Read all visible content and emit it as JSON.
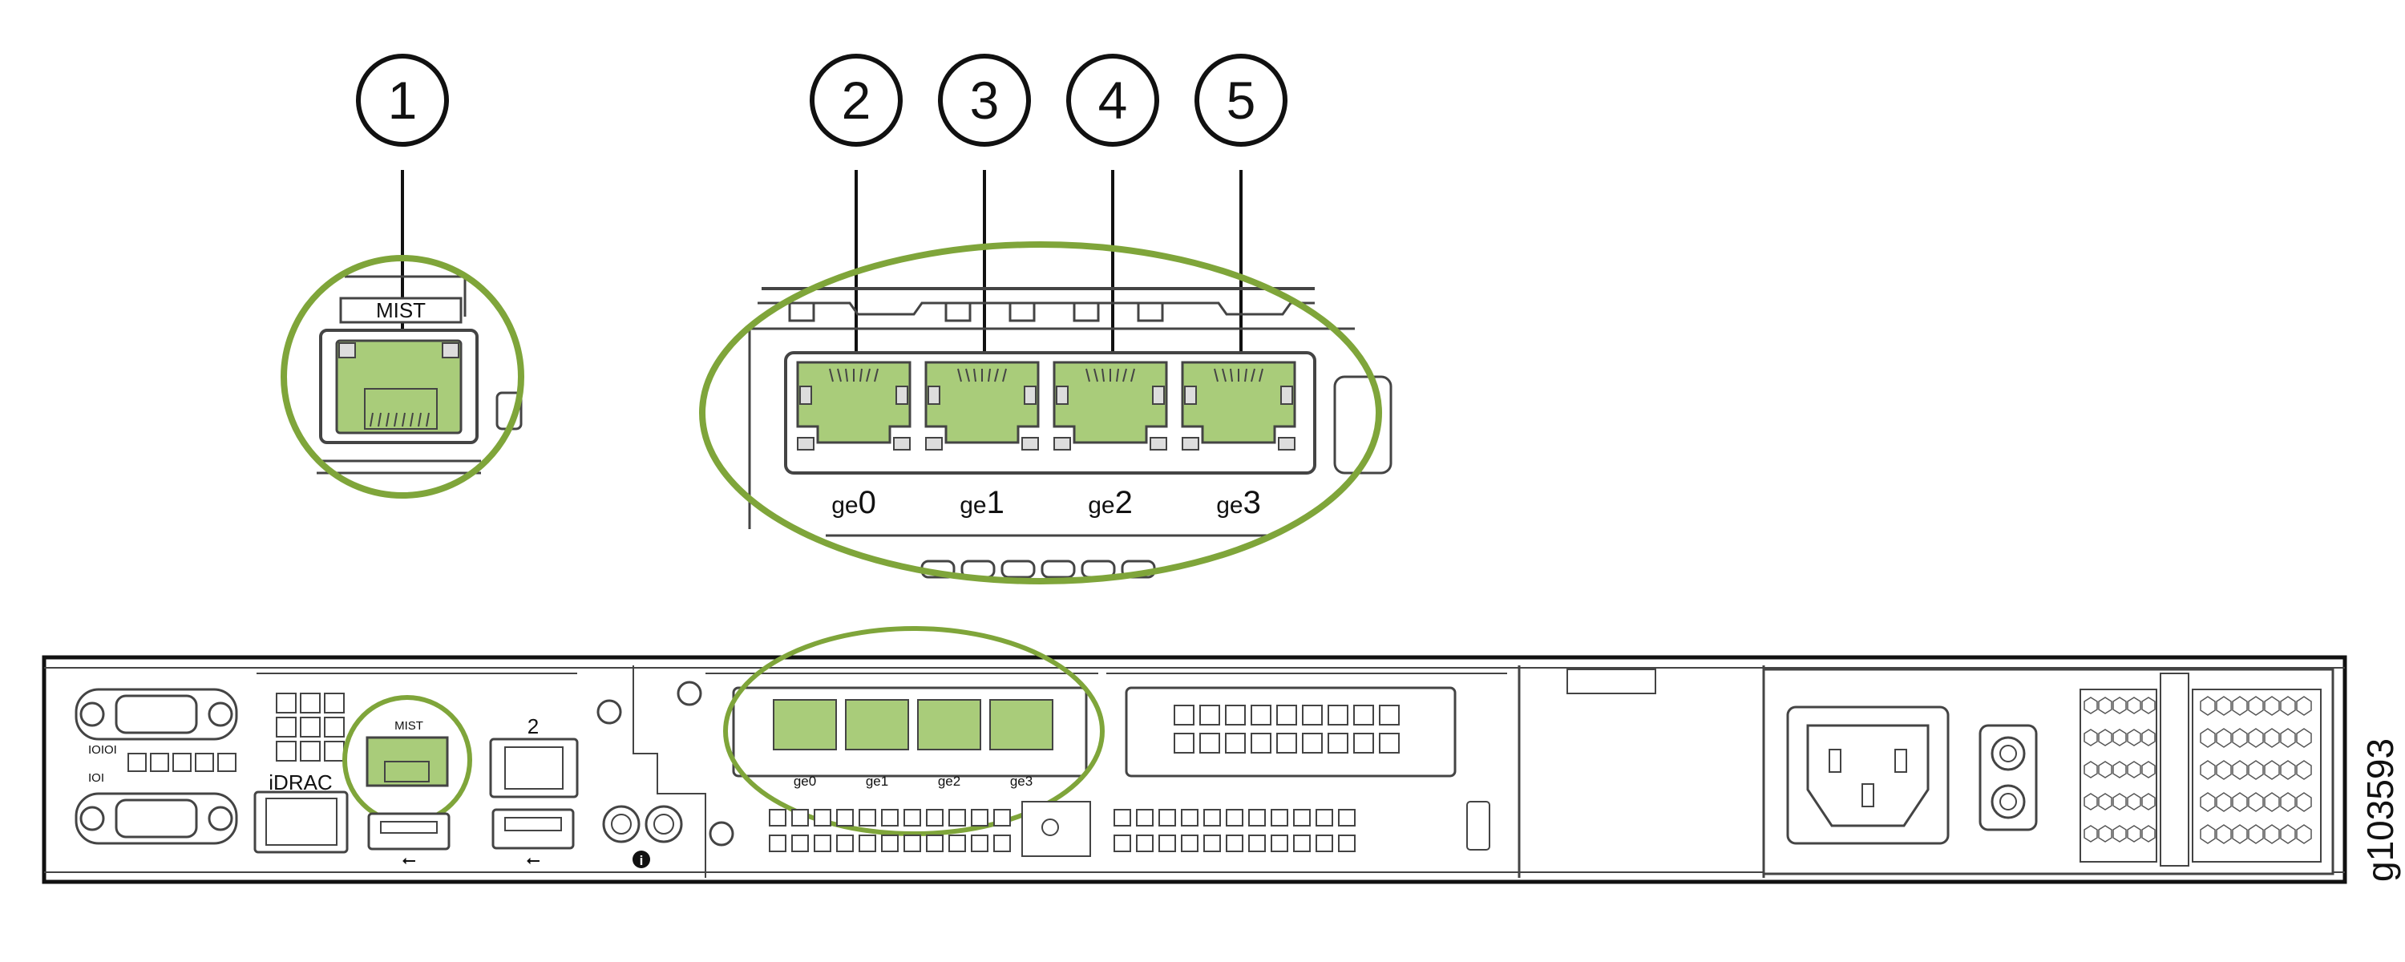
{
  "callouts": [
    "1",
    "2",
    "3",
    "4",
    "5"
  ],
  "mist_label": "MIST",
  "ge_ports": [
    {
      "prefix": "ge",
      "index": "0"
    },
    {
      "prefix": "ge",
      "index": "1"
    },
    {
      "prefix": "ge",
      "index": "2"
    },
    {
      "prefix": "ge",
      "index": "3"
    }
  ],
  "chassis": {
    "idrac_label": "iDRAC",
    "port2_label": "2",
    "serial_label_top": "IOIOI",
    "serial_label_bottom": "IOI",
    "small_ge_labels": [
      "ge0",
      "ge1",
      "ge2",
      "ge3"
    ],
    "small_mist_label": "MIST",
    "info_glyph": "i"
  },
  "figure_id": "g103593",
  "colors": {
    "highlight": "#7fa53a",
    "port_fill": "#a9cc7a",
    "line": "#111111",
    "gray": "#cccccc"
  }
}
